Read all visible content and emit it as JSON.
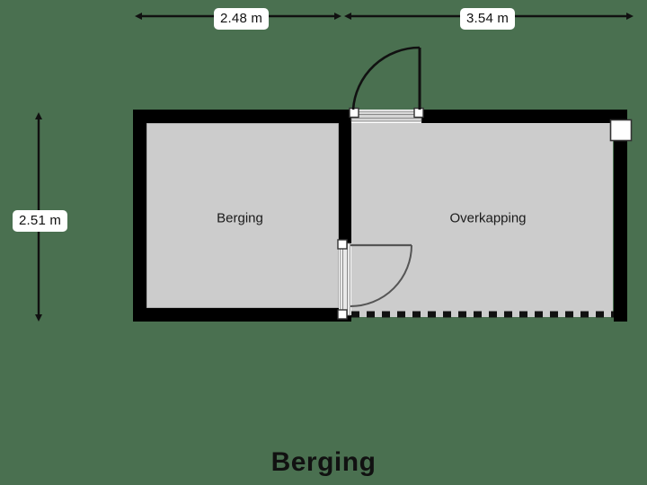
{
  "title": "Berging",
  "background_color": "#4a7050",
  "wall_color": "#000000",
  "floor_fill_color": "#cccccc",
  "dimensions": {
    "top_left": {
      "value": "2.48 m",
      "icon": "double-arrow-horizontal-icon"
    },
    "top_right": {
      "value": "3.54 m",
      "icon": "double-arrow-horizontal-icon"
    },
    "left": {
      "value": "2.51 m",
      "icon": "double-arrow-vertical-icon"
    }
  },
  "rooms": [
    {
      "name": "Berging",
      "label": "Berging"
    },
    {
      "name": "Overkapping",
      "label": "Overkapping"
    }
  ],
  "features": {
    "exterior_door": "door-swing-icon",
    "interior_door": "door-swing-icon",
    "column": "column-marker",
    "open_side": "dashed-boundary"
  }
}
